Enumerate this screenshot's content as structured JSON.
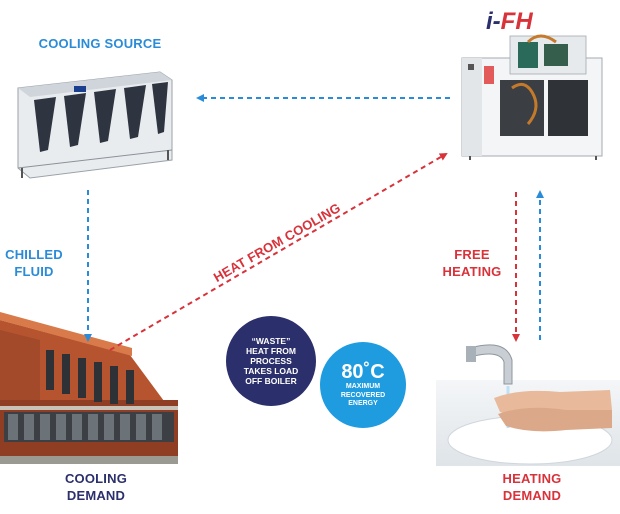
{
  "labels": {
    "cooling_source": "COOLING SOURCE",
    "chilled_fluid_1": "CHILLED",
    "chilled_fluid_2": "FLUID",
    "heat_from_cooling": "HEAT FROM COOLING",
    "free_heating_1": "FREE",
    "free_heating_2": "HEATING",
    "cooling_demand_1": "COOLING",
    "cooling_demand_2": "DEMAND",
    "heating_demand_1": "HEATING",
    "heating_demand_2": "DEMAND"
  },
  "logo": {
    "prefix": "i-",
    "name": "FH"
  },
  "waste_circle": {
    "line1": "“WASTE”",
    "line2": "HEAT FROM",
    "line3": "PROCESS",
    "line4": "TAKES LOAD",
    "line5": "OFF BOILER"
  },
  "temp_circle": {
    "value": "80˚C",
    "line1": "MAXIMUM",
    "line2": "RECOVERED",
    "line3": "ENERGY"
  },
  "colors": {
    "blue": "#2a8bd8",
    "red": "#d8323a",
    "navy": "#2b2f6b",
    "light_blue": "#1f9be0"
  }
}
